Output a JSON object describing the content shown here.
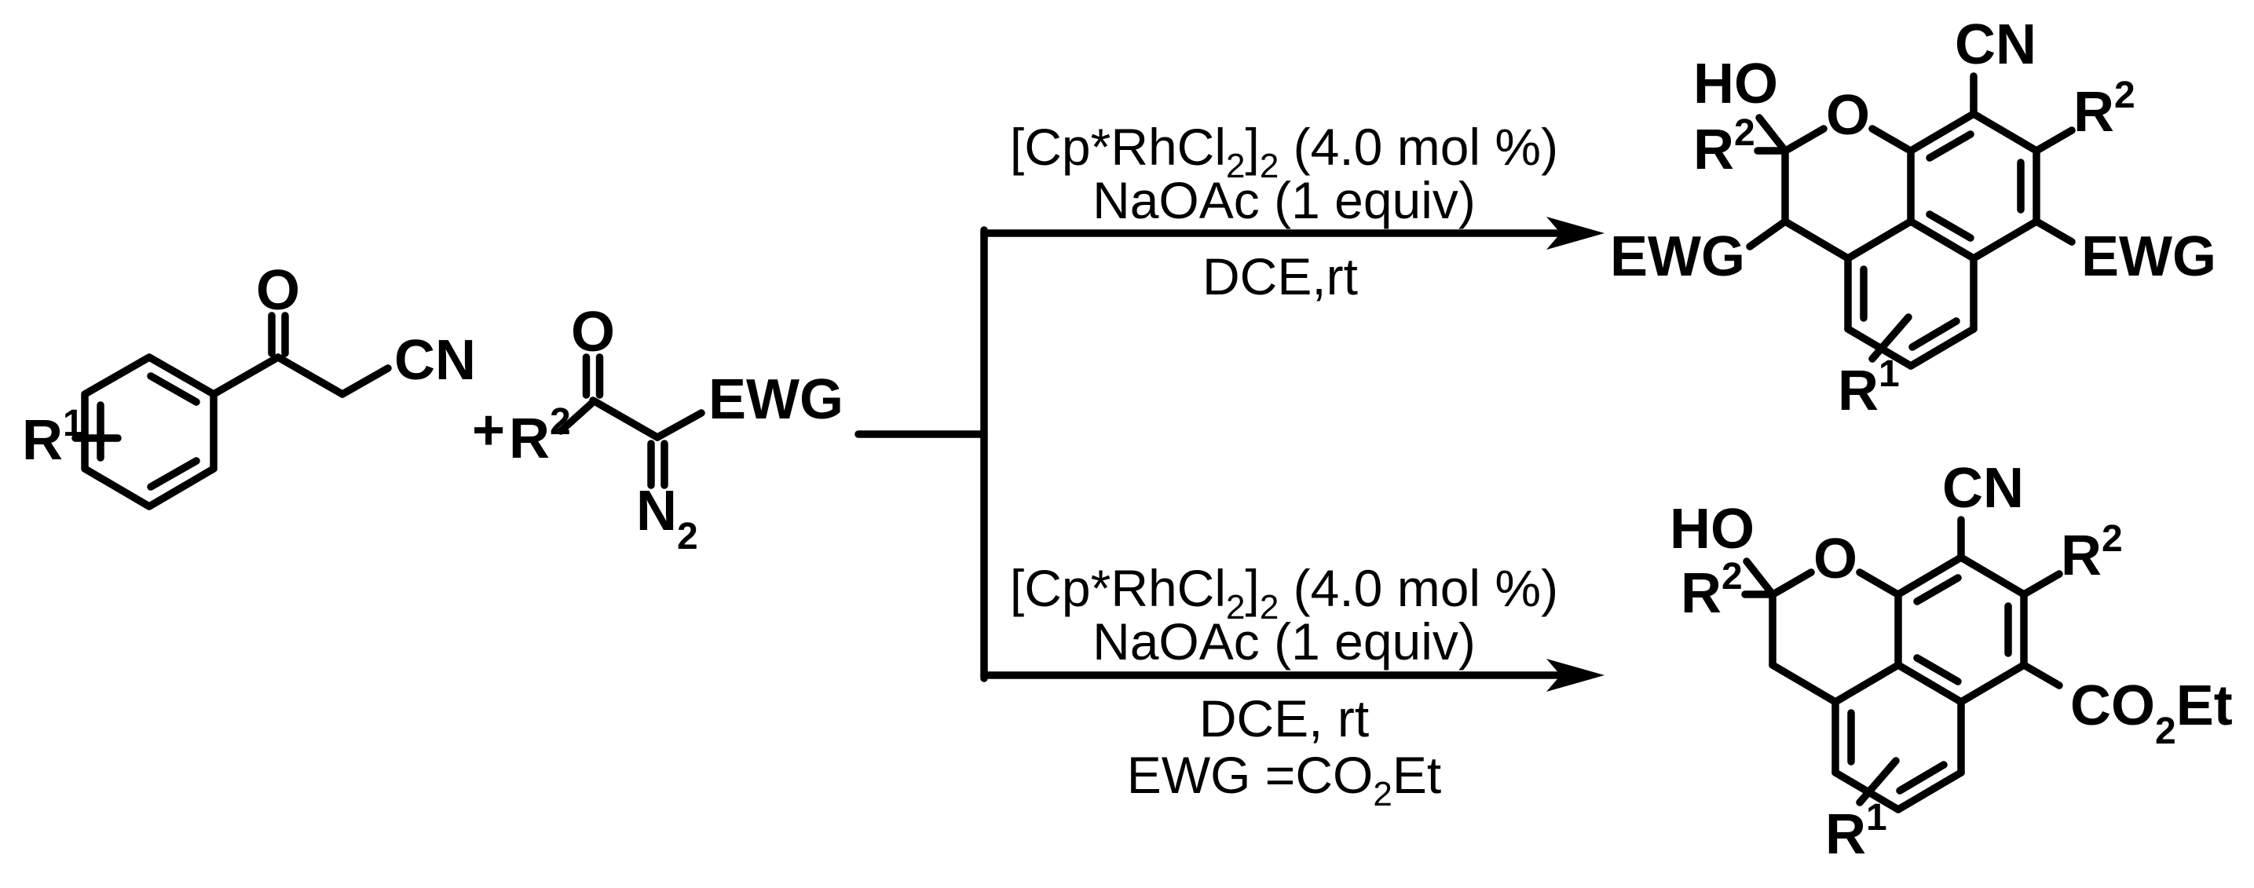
{
  "scene": {
    "background": "#ffffff",
    "ink": "#000000"
  },
  "reactant1": {
    "r1_base": "R",
    "r1_sup": "1",
    "carbonyl_o": "O",
    "nitrile": "CN"
  },
  "plus_sign": "+",
  "reactant2": {
    "r2_base": "R",
    "r2_sup": "2",
    "carbonyl_o": "O",
    "diazo_n": "N",
    "diazo_sub": "2",
    "ewg": "EWG"
  },
  "conditions_top": {
    "cat_a": "[Cp*RhCl",
    "cat_sub1": "2",
    "cat_b": "]",
    "cat_sub2": "2",
    "cat_c": " (4.0 mol %)",
    "base": "NaOAc (1 equiv)",
    "solvent": "DCE,rt"
  },
  "conditions_bottom": {
    "cat_a": "[Cp*RhCl",
    "cat_sub1": "2",
    "cat_b": "]",
    "cat_sub2": "2",
    "cat_c": " (4.0 mol %)",
    "base": "NaOAc (1 equiv)",
    "solvent": "DCE, rt",
    "note_a": "EWG =CO",
    "note_sub": "2",
    "note_b": "Et"
  },
  "product_top": {
    "ho": "HO",
    "r2_left_base": "R",
    "r2_left_sup": "2",
    "ring_o": "O",
    "cn": "CN",
    "r2_right_base": "R",
    "r2_right_sup": "2",
    "ewg_left": "EWG",
    "ewg_right": "EWG",
    "r1_base": "R",
    "r1_sup": "1"
  },
  "product_bottom": {
    "ho": "HO",
    "r2_left_base": "R",
    "r2_left_sup": "2",
    "ring_o": "O",
    "cn": "CN",
    "r2_right_base": "R",
    "r2_right_sup": "2",
    "ester_a": "CO",
    "ester_sub": "2",
    "ester_b": "Et",
    "r1_base": "R",
    "r1_sup": "1"
  }
}
